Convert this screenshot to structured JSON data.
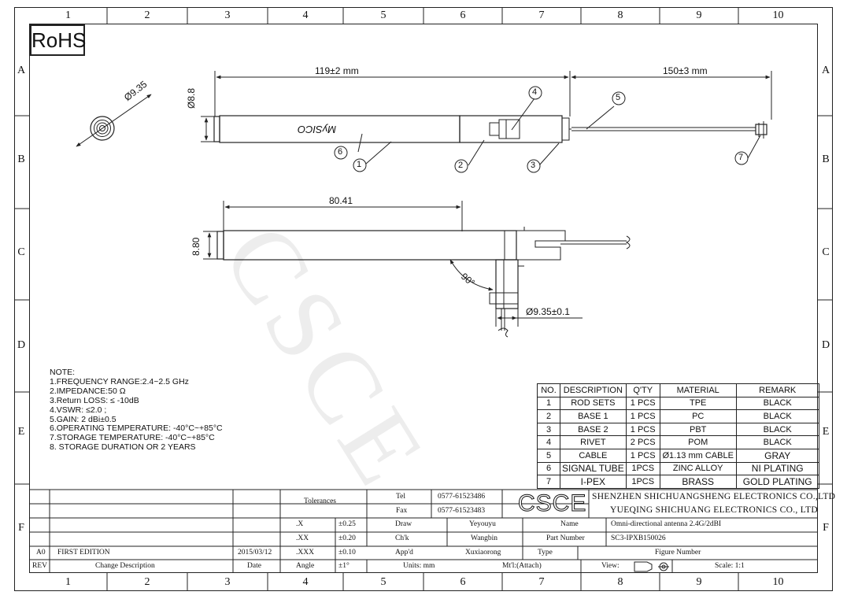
{
  "zones": {
    "columns": [
      "1",
      "2",
      "3",
      "4",
      "5",
      "6",
      "7",
      "8",
      "9",
      "10"
    ],
    "rows": [
      "A",
      "B",
      "C",
      "D",
      "E",
      "F"
    ]
  },
  "rohs": "RoHS",
  "dimensions": {
    "outer_diameter": "Ø9.35",
    "body_diameter": "Ø8.8",
    "rod_length": "119±2 mm",
    "cable_length": "150±3 mm",
    "side_length": "80.41",
    "side_diameter": "8.80",
    "angle": "90°",
    "base_diameter": "Ø9.35±0.1"
  },
  "brand_text": "MySICO",
  "callouts": [
    "1",
    "2",
    "3",
    "4",
    "5",
    "6",
    "7"
  ],
  "watermark": "CSCE",
  "notes": [
    "NOTE:",
    "1.FREQUENCY RANGE:2.4~2.5 GHz",
    "2.IMPEDANCE:50 Ω",
    "3.Return LOSS: ≤ -10dB",
    "4.VSWR: ≤2.0 ;",
    "5.GAIN: 2 dBi±0.5",
    "6.OPERATING TEMPERATURE: -40°C~+85°C",
    "7.STORAGE TEMPERATURE: -40°C~+85°C",
    "8. STORAGE DURATION OR 2 YEARS"
  ],
  "bom": {
    "headers": [
      "NO.",
      "DESCRIPTION",
      "Q'TY",
      "MATERIAL",
      "REMARK"
    ],
    "rows": [
      [
        "1",
        "ROD SETS",
        "1 PCS",
        "TPE",
        "BLACK"
      ],
      [
        "2",
        "BASE 1",
        "1 PCS",
        "PC",
        "BLACK"
      ],
      [
        "3",
        "BASE 2",
        "1 PCS",
        "PBT",
        "BLACK"
      ],
      [
        "4",
        "RIVET",
        "2 PCS",
        "POM",
        "BLACK"
      ],
      [
        "5",
        "CABLE",
        "1 PCS",
        "Ø1.13 mm CABLE",
        "GRAY"
      ],
      [
        "6",
        "SIGNAL TUBE",
        "1PCS",
        "ZINC ALLOY",
        "NI PLATING"
      ],
      [
        "7",
        "I-PEX",
        "1PCS",
        "BRASS",
        "GOLD PLATING"
      ]
    ]
  },
  "title_block": {
    "tolerances": "Tolerances",
    "tol_rows": [
      {
        "k": ".X",
        "v": "±0.25"
      },
      {
        "k": ".XX",
        "v": "±0.20"
      },
      {
        "k": ".XXX",
        "v": "±0.10"
      },
      {
        "k": "Angle",
        "v": "±1°"
      }
    ],
    "tel_label": "Tel",
    "tel": "0577-61523486",
    "fax_label": "Fax",
    "fax": "0577-61523483",
    "logo": "CSCE",
    "company1": "SHENZHEN SHICHUANGSHENG ELECTRONICS CO.,LTD",
    "company2": "YUEQING SHICHUANG ELECTRONICS CO., LTD",
    "draw_label": "Draw",
    "draw": "Yeyouyu",
    "chk_label": "Ch'k",
    "chk": "Wangbin",
    "app_label": "App'd",
    "app": "Xuxiaorong",
    "units": "Units: mm",
    "name_label": "Name",
    "name": "Omni-directional antenna 2.4G/2dBI",
    "part_label": "Part Number",
    "part": "SC3-IPXB150026",
    "type_label": "Type",
    "figure_label": "Figure Number",
    "material": "Mt'l:(Attach)",
    "view_label": "View:",
    "scale": "Scale: 1:1",
    "rev_code": "A0",
    "rev_desc": "FIRST EDITION",
    "rev_date": "2015/03/12",
    "rev_label": "REV",
    "change_label": "Change Description",
    "date_label": "Date"
  }
}
